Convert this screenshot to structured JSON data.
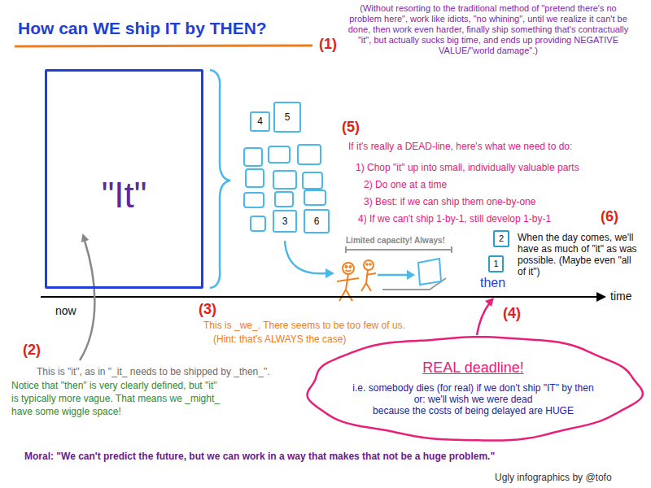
{
  "diagram": {
    "title": "How can WE ship IT by THEN?",
    "caption": "Moral: \"We can't predict the future, but we can work in a way that makes that not be a huge problem.\"",
    "nodes": [
      {
        "text": [
          "\"It\""
        ]
      },
      {
        "text": [
          "4"
        ]
      },
      {
        "text": [
          "5"
        ]
      },
      {
        "text": [
          "3"
        ]
      },
      {
        "text": [
          "6"
        ]
      },
      {
        "text": [
          "2"
        ]
      },
      {
        "text": [
          "1"
        ]
      },
      {
        "text": [
          "REAL deadline!",
          "i.e. somebody dies (for real) if we don't ship \"IT\" by then",
          "or: we'll wish we were dead",
          "because the costs of being delayed are HUGE"
        ]
      }
    ],
    "labels": [
      "(1)",
      "(Without resorting to the traditional method of \"pretend there's no problem here\", work like idiots, \"no whining\", until we realize it can't be done, then work even harder, finally ship something that's contractually \"it\", but actually sucks big time, and ends up providing NEGATIVE VALUE/\"world damage\".)",
      "(5)",
      "If it's really a DEAD-line, here's what we need to do:",
      "1) Chop \"it\" up into small, individually valuable parts",
      "2) Do one at a time",
      "3) Best: if we can ship them one-by-one",
      "4) If we can't ship 1-by-1, still develop 1-by-1",
      "(6)",
      "When the day comes, we'll have as much of \"it\" as was possible. (Maybe even \"all of it\")",
      "Limited capacity! Always!",
      "then",
      "time",
      "now",
      "(3)",
      "This is _we_. There seems to be too few of us.",
      "(Hint: that's ALWAYS the case)",
      "(4)",
      "(2)",
      "This is \"it\", as in \"_it_ needs to be shipped by _then_\".",
      "Notice that \"then\" is very clearly defined, but \"it\" is typically more vague. That means we _might_ have some wiggle space!",
      "Ugly infographics by @tofo"
    ]
  }
}
